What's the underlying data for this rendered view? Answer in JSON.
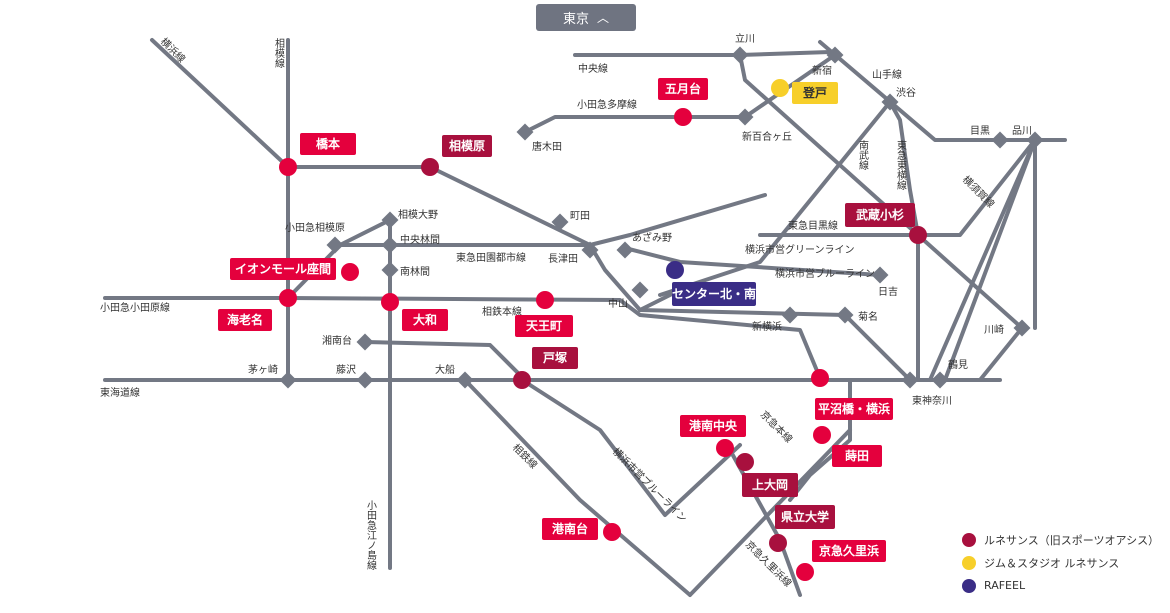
{
  "colors": {
    "line": "#737884",
    "station": "#737884",
    "lune": "#a8103e",
    "lune_label": "#a8103e",
    "gym": "#f7cf2a",
    "rafeel": "#3a2d86",
    "highlight": "#e4003d",
    "text": "#333333"
  },
  "area_tab": {
    "label": "東京",
    "icon": "chevron-up-icon",
    "icon_glyph": "︿"
  },
  "lines": [
    {
      "name": "横浜線"
    },
    {
      "name": "相模線"
    },
    {
      "name": "中央線"
    },
    {
      "name": "山手線"
    },
    {
      "name": "小田急多摩線"
    },
    {
      "name": "南武線"
    },
    {
      "name": "東急東横線"
    },
    {
      "name": "横須賀線"
    },
    {
      "name": "東急目黒線"
    },
    {
      "name": "横浜市営グリーンライン"
    },
    {
      "name": "横浜市営ブルーライン"
    },
    {
      "name": "東急田園都市線"
    },
    {
      "name": "相鉄本線"
    },
    {
      "name": "小田急小田原線"
    },
    {
      "name": "東海道線"
    },
    {
      "name": "京急本線"
    },
    {
      "name": "横浜市営ブルーライン"
    },
    {
      "name": "相鉄線"
    },
    {
      "name": "小田急江ノ島線"
    },
    {
      "name": "京急久里浜線"
    }
  ],
  "junctions": [
    {
      "name": "立川"
    },
    {
      "name": "新宿"
    },
    {
      "name": "渋谷"
    },
    {
      "name": "新百合ヶ丘"
    },
    {
      "name": "唐木田"
    },
    {
      "name": "目黒"
    },
    {
      "name": "品川"
    },
    {
      "name": "相模大野"
    },
    {
      "name": "町田"
    },
    {
      "name": "小田急相模原"
    },
    {
      "name": "中央林間"
    },
    {
      "name": "あざみ野"
    },
    {
      "name": "長津田"
    },
    {
      "name": "南林間"
    },
    {
      "name": "日吉"
    },
    {
      "name": "中山"
    },
    {
      "name": "新横浜"
    },
    {
      "name": "菊名"
    },
    {
      "name": "川崎"
    },
    {
      "name": "湘南台"
    },
    {
      "name": "茅ヶ崎"
    },
    {
      "name": "藤沢"
    },
    {
      "name": "大船"
    },
    {
      "name": "鶴見"
    },
    {
      "name": "東神奈川"
    }
  ],
  "facilities": [
    {
      "name": "橋本",
      "type": "highlight"
    },
    {
      "name": "相模原",
      "type": "lune"
    },
    {
      "name": "五月台",
      "type": "highlight"
    },
    {
      "name": "登戸",
      "type": "gym"
    },
    {
      "name": "武蔵小杉",
      "type": "lune"
    },
    {
      "name": "イオンモール座間",
      "type": "highlight"
    },
    {
      "name": "センター北・南",
      "type": "rafeel"
    },
    {
      "name": "海老名",
      "type": "highlight"
    },
    {
      "name": "大和",
      "type": "highlight"
    },
    {
      "name": "天王町",
      "type": "highlight"
    },
    {
      "name": "戸塚",
      "type": "lune"
    },
    {
      "name": "平沼橋・横浜",
      "type": "highlight"
    },
    {
      "name": "港南中央",
      "type": "highlight"
    },
    {
      "name": "蒔田",
      "type": "highlight"
    },
    {
      "name": "上大岡",
      "type": "lune"
    },
    {
      "name": "県立大学",
      "type": "lune"
    },
    {
      "name": "港南台",
      "type": "highlight"
    },
    {
      "name": "京急久里浜",
      "type": "highlight"
    }
  ],
  "legend": [
    {
      "label": "ルネサンス（旧スポーツオアシス）",
      "type": "lune"
    },
    {
      "label": "ジム＆スタジオ ルネサンス",
      "type": "gym"
    },
    {
      "label": "RAFEEL",
      "type": "rafeel"
    }
  ]
}
